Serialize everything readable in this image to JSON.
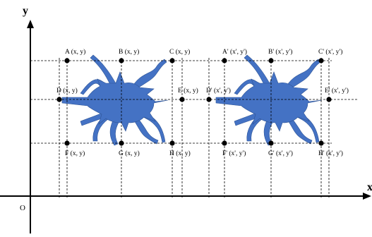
{
  "axes": {
    "x_label": "x",
    "y_label": "y",
    "origin_label": "O"
  },
  "colors": {
    "shape": "#4472C4",
    "shape_stroke": "#2F5597",
    "line": "#000000",
    "point": "#000000"
  },
  "original_points": [
    {
      "name": "A",
      "label": "A (x, y)"
    },
    {
      "name": "B",
      "label": "B (x, y)"
    },
    {
      "name": "C",
      "label": "C (x, y)"
    },
    {
      "name": "D",
      "label": "D (x, y)"
    },
    {
      "name": "E",
      "label": "E (x, y)"
    },
    {
      "name": "F",
      "label": "F (x, y)"
    },
    {
      "name": "G",
      "label": "G (x, y)"
    },
    {
      "name": "H",
      "label": "H (x, y)"
    }
  ],
  "image_points": [
    {
      "name": "A'",
      "label": "A' (x', y')"
    },
    {
      "name": "B'",
      "label": "B' (x', y')"
    },
    {
      "name": "C'",
      "label": "C' (x', y')"
    },
    {
      "name": "D'",
      "label": "D' (x', y')"
    },
    {
      "name": "E'",
      "label": "E' (x', y')"
    },
    {
      "name": "F'",
      "label": "F' (x', y')"
    },
    {
      "name": "G'",
      "label": "G' (x', y')"
    },
    {
      "name": "H'",
      "label": "H' (x', y')"
    }
  ]
}
